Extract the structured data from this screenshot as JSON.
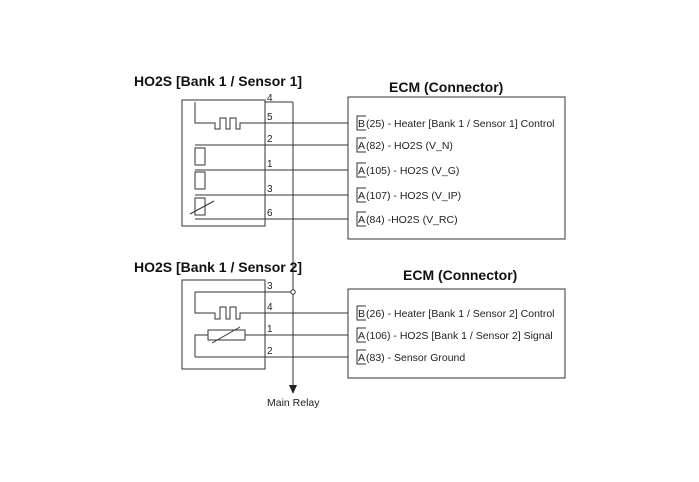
{
  "sensor1": {
    "title": "HO2S [Bank 1 / Sensor 1]",
    "pins": [
      "4",
      "5",
      "2",
      "1",
      "3",
      "6"
    ]
  },
  "ecm1": {
    "title": "ECM (Connector)",
    "terminals": [
      {
        "connector": "B",
        "label": "(25) - Heater [Bank 1 / Sensor 1] Control"
      },
      {
        "connector": "A",
        "label": "(82) - HO2S (V_N)"
      },
      {
        "connector": "A",
        "label": "(105) - HO2S (V_G)"
      },
      {
        "connector": "A",
        "label": "(107) - HO2S (V_IP)"
      },
      {
        "connector": "A",
        "label": "(84) -HO2S (V_RC)"
      }
    ]
  },
  "sensor2": {
    "title": "HO2S [Bank 1 / Sensor 2]",
    "pins": [
      "3",
      "4",
      "1",
      "2"
    ]
  },
  "ecm2": {
    "title": "ECM (Connector)",
    "terminals": [
      {
        "connector": "B",
        "label": "(26) - Heater [Bank 1 / Sensor 2] Control"
      },
      {
        "connector": "A",
        "label": "(106) - HO2S [Bank 1 / Sensor 2] Signal"
      },
      {
        "connector": "A",
        "label": "(83) - Sensor Ground"
      }
    ]
  },
  "main_relay": {
    "label": "Main Relay"
  }
}
